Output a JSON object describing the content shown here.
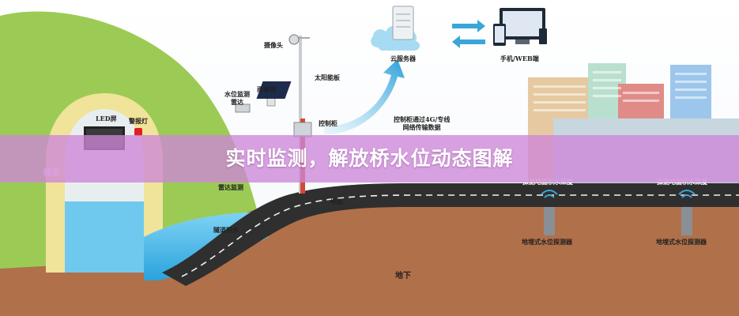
{
  "banner": {
    "title": "实时监测，解放桥水位动态图解"
  },
  "labels": {
    "camera": "摄像头",
    "rain_gauge": "雨量筒",
    "solar_panel": "太阳能板",
    "water_level_radar": "水位监测\n雷达",
    "led_screen": "LED屏",
    "alarm_light": "警报灯",
    "control_cabinet": "控制柜",
    "radar_monitor": "雷达监测",
    "tunnel": "隧道",
    "tunnel_water": "隧道积水",
    "ground": "地面",
    "underground": "地下",
    "cloud_server": "云服务器",
    "mobile_web": "手机/WEB端",
    "transmission": "控制柜通过4G/专线\n网络传输数据",
    "depth_1": "探测地面积水深度",
    "depth_2": "探测地面积水深度",
    "sensor_1": "地埋式水位探测器",
    "sensor_2": "地埋式水位探测器"
  },
  "colors": {
    "hill": "#9ccb55",
    "tunnel_face": "#f0e39a",
    "earth": "#b0704a",
    "water": "#4bb8e8",
    "road": "#2f2f2f",
    "banner": "#cd87d7",
    "arrow": "#3aa6d8"
  }
}
